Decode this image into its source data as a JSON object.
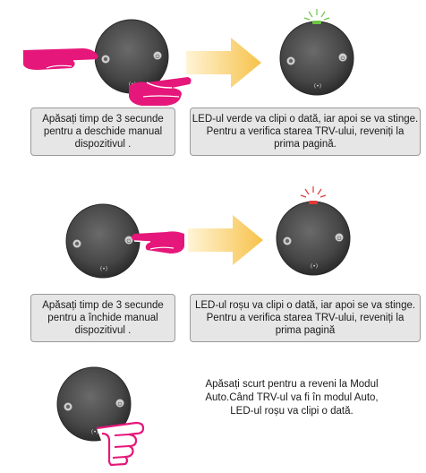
{
  "steps": [
    {
      "instruction_lines": [
        "Apăsați timp de 3 secunde",
        "pentru a deschide manual",
        "dispozitivul ."
      ],
      "result_lines": [
        "LED-ul verde va clipi o dată, iar apoi se va stinge.",
        "Pentru a verifica starea TRV-ului, reveniți la",
        "prima pagină."
      ],
      "led_color": "#6cc644"
    },
    {
      "instruction_lines": [
        "Apăsați timp de 3 secunde",
        "pentru a închide manual",
        "dispozitivul ."
      ],
      "result_lines": [
        "LED-ul roșu va clipi o dată, iar apoi se va stinge.",
        "Pentru a verifica starea TRV-ului, reveniți la",
        "prima pagină"
      ],
      "led_color": "#e03a3a"
    },
    {
      "result_lines": [
        "Apăsați scurt pentru a reveni la Modul",
        "Auto.Când TRV-ul va fi în modul Auto,",
        "LED-ul roșu va clipi o dată."
      ]
    }
  ],
  "colors": {
    "hand": "#e6177a",
    "arrow_start": "#fff4d6",
    "arrow_end": "#f7c24a",
    "caption_bg": "#e6e6e6",
    "device_body": "#4a4a4a"
  },
  "icons": {
    "left_button": "left-button-icon",
    "power_button": "power-icon",
    "wifi_button": "wifi-icon"
  }
}
